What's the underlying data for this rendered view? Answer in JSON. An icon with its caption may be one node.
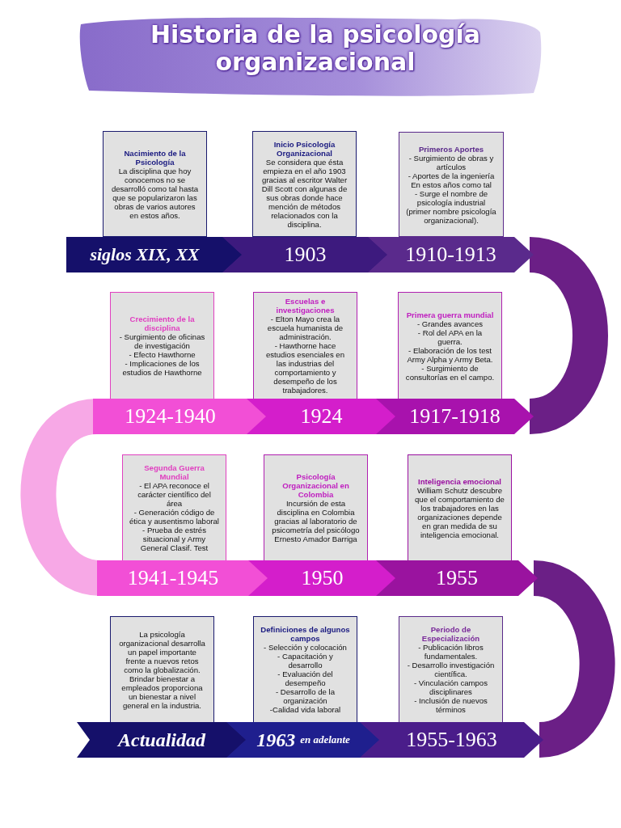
{
  "diagram": {
    "title": "Historia de la psicología organizacional",
    "nodes": [
      {
        "text": [
          "Nacimiento de la Psicología",
          "La disciplina que hoy conocemos no se desarrolló como tal hasta que se popularizaron las obras de varios autores en estos años."
        ]
      },
      {
        "text": [
          "Inicio Psicología Organizacional",
          "Se considera que ésta empieza en el año 1903 gracias al escritor Walter Dill Scott con algunas de sus obras donde hace mención de métodos relacionados con la disciplina."
        ]
      },
      {
        "text": [
          "Primeros Aportes",
          "- Surgimiento de obras y artículos",
          "- Aportes de la ingeniería En estos años como tal",
          "- Surge el nombre de psicología industrial (primer nombre psicología organizacional)."
        ]
      },
      {
        "text": [
          "siglos XIX, XX"
        ]
      },
      {
        "text": [
          "1903"
        ]
      },
      {
        "text": [
          "1910-1913"
        ]
      },
      {
        "text": [
          "Crecimiento de la disciplina",
          "- Surgimiento de oficinas de investigación",
          "- Efecto Hawthorne",
          "- Implicaciones de los estudios de Hawthorne"
        ]
      },
      {
        "text": [
          "Escuelas e investigaciones",
          "- Elton Mayo crea la escuela humanista de administración.",
          "- Hawthorne hace estudios esenciales en las industrias del comportamiento y desempeño de los trabajadores."
        ]
      },
      {
        "text": [
          "Primera guerra mundial",
          "- Grandes avances",
          "- Rol del APA en la guerra.",
          "- Elaboración de los test Army Alpha y Army Beta.",
          "- Surgimiento de consultorías en el campo."
        ]
      },
      {
        "text": [
          "1924-1940"
        ]
      },
      {
        "text": [
          "1924"
        ]
      },
      {
        "text": [
          "1917-1918"
        ]
      },
      {
        "text": [
          "Segunda Guerra Mundial",
          "- El APA reconoce el carácter científico del área",
          "- Generación código de ética y ausentismo laboral",
          "- Prueba de estrés situacional y Army General Clasif. Test"
        ]
      },
      {
        "text": [
          "Psicología Organizacional en Colombia",
          "Incursión de esta disciplina en Colombia gracias al laboratorio de psicometría del psicólogo Ernesto Amador Barriga"
        ]
      },
      {
        "text": [
          "Inteligencia emocional",
          "William Schutz descubre que el comportamiento de los trabajadores en las organizaciones depende en gran medida de su inteligencia emocional."
        ]
      },
      {
        "text": [
          "1941-1945"
        ]
      },
      {
        "text": [
          "1950"
        ]
      },
      {
        "text": [
          "1955"
        ]
      },
      {
        "text": [
          "La psicología organizacional desarrolla un papel importante frente a nuevos retos como la globalización. Brindar bienestar a empleados proporciona un bienestar a nivel general en la industria."
        ]
      },
      {
        "text": [
          "Definiciones de algunos campos",
          "- Selección y colocación",
          "- Capacitación y desarrollo",
          "- Evaluación del desempeño",
          "- Desarrollo de la organización",
          "-Calidad vida laboral"
        ]
      },
      {
        "text": [
          "Periodo de Especialización",
          "- Publicación libros fundamentales.",
          "- Desarrollo investigación científica.",
          "- Vinculación campos disciplinares",
          "- Inclusión de nuevos términos"
        ]
      },
      {
        "text": [
          "Actualidad"
        ]
      },
      {
        "text": [
          "1963",
          "en adelante"
        ]
      },
      {
        "text": [
          "1955-1963"
        ]
      }
    ],
    "edges": [
      {
        "from": 5,
        "to": 11,
        "arrow": "none"
      },
      {
        "from": 9,
        "to": 15,
        "arrow": "none",
        "color": "#f7a8e6"
      },
      {
        "from": 17,
        "to": 23,
        "arrow": "none"
      }
    ]
  }
}
